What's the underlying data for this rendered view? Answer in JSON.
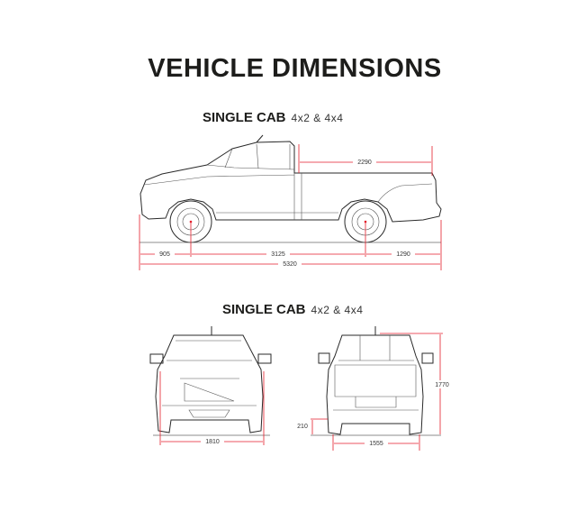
{
  "title": "VEHICLE DIMENSIONS",
  "side_view": {
    "heading": "SINGLE CAB",
    "variant": "4x2 & 4x4",
    "dimensions": {
      "bed_length": "2290",
      "front_overhang": "905",
      "wheelbase": "3125",
      "rear_overhang": "1290",
      "overall_length": "5320"
    }
  },
  "front_rear_view": {
    "heading": "SINGLE CAB",
    "variant": "4x2 & 4x4",
    "dimensions": {
      "overall_width": "1810",
      "overall_height": "1770",
      "ground_clearance": "210",
      "track": "1555"
    }
  },
  "colors": {
    "dimension_line": "#e41e2b",
    "text": "#1d1d1b"
  }
}
